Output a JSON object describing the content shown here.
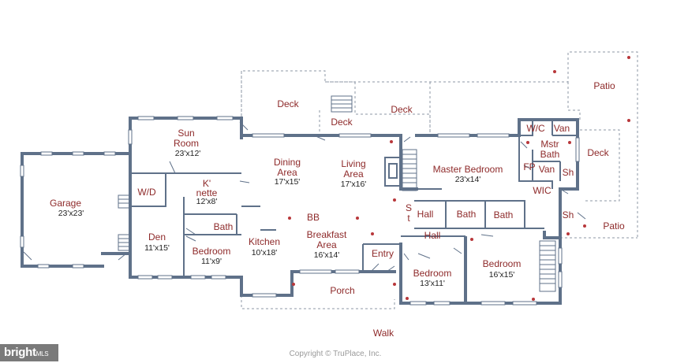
{
  "rooms": {
    "garage": {
      "name": "Garage",
      "dim": "23'x23'"
    },
    "sun_room": {
      "name1": "Sun",
      "name2": "Room",
      "dim": "23'x12'"
    },
    "wd": {
      "name": "W/D"
    },
    "kitchenette": {
      "name1": "K'",
      "name2": "nette",
      "dim": "12'x8'"
    },
    "den": {
      "name": "Den",
      "dim": "11'x15'"
    },
    "bath_left": {
      "name": "Bath"
    },
    "bedroom_left": {
      "name": "Bedroom",
      "dim": "11'x9'"
    },
    "dining": {
      "name1": "Dining",
      "name2": "Area",
      "dim": "17'x15'"
    },
    "living": {
      "name1": "Living",
      "name2": "Area",
      "dim": "17'x16'"
    },
    "kitchen": {
      "name": "Kitchen",
      "dim": "10'x18'"
    },
    "bb": {
      "name": "BB"
    },
    "breakfast": {
      "name1": "Breakfast",
      "name2": "Area",
      "dim": "16'x14'"
    },
    "entry": {
      "name": "Entry"
    },
    "porch": {
      "name": "Porch"
    },
    "walk": {
      "name": "Walk"
    },
    "deck_left": {
      "name": "Deck"
    },
    "deck_small": {
      "name": "Deck"
    },
    "deck_mid": {
      "name": "Deck"
    },
    "deck_right": {
      "name": "Deck"
    },
    "st": {
      "name1": "S",
      "name2": "t"
    },
    "hall_small": {
      "name": "Hall"
    },
    "hall_main": {
      "name": "Hall"
    },
    "bath_mid1": {
      "name": "Bath"
    },
    "bath_mid2": {
      "name": "Bath"
    },
    "master_bedroom": {
      "name": "Master Bedroom",
      "dim": "23'x14'"
    },
    "wc": {
      "name": "W/C"
    },
    "van_top": {
      "name": "Van"
    },
    "mstr_bath": {
      "name1": "Mstr",
      "name2": "Bath"
    },
    "fp": {
      "name": "FP"
    },
    "van_mid": {
      "name": "Van"
    },
    "sh_top": {
      "name": "Sh"
    },
    "wic": {
      "name": "WIC"
    },
    "sh_bottom": {
      "name": "Sh"
    },
    "bedroom_mid": {
      "name": "Bedroom",
      "dim": "13'x11'"
    },
    "bedroom_right": {
      "name": "Bedroom",
      "dim": "16'x15'"
    },
    "patio_top": {
      "name": "Patio"
    },
    "patio_bottom": {
      "name": "Patio"
    }
  },
  "footer": {
    "copyright": "Copyright © TruPlace, Inc.",
    "badge_main": "bright",
    "badge_sub": "MLS"
  },
  "colors": {
    "wall": "#5f7189",
    "label": "#8e2a2a",
    "dot": "#b8373a"
  }
}
